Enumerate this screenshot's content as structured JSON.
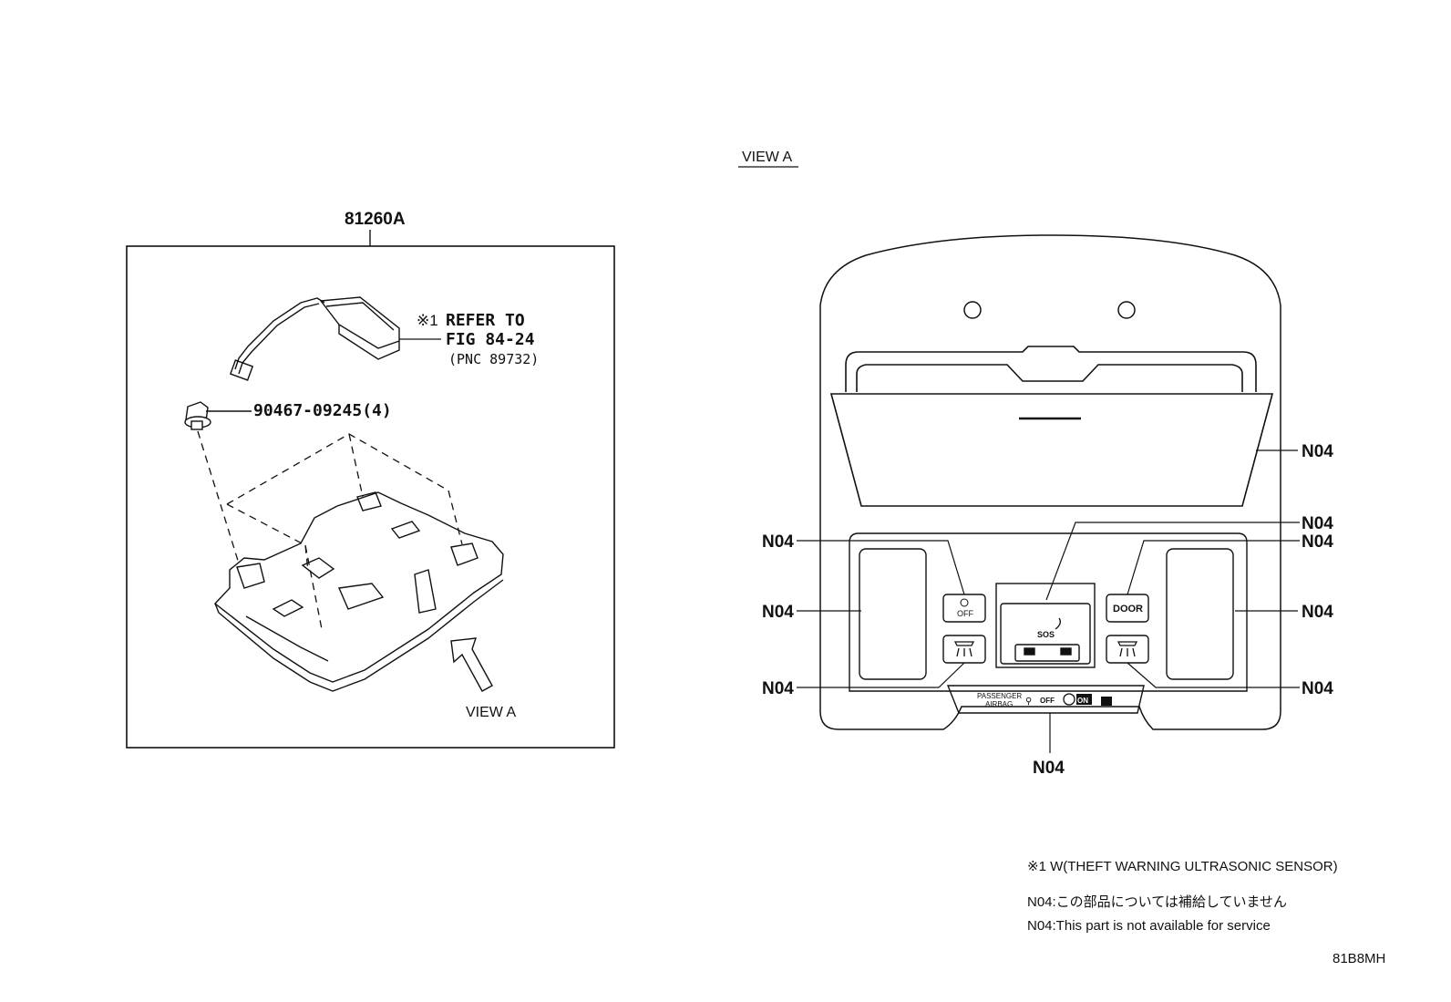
{
  "left_panel": {
    "assembly_code": "81260A",
    "sensor_note_mark": "※1",
    "sensor_note_line1": "REFER TO",
    "sensor_note_line2": "FIG 84-24",
    "sensor_note_line3": "(PNC 89732)",
    "clip_part_number": "90467-09245(4)",
    "view_arrow_label": "VIEW A"
  },
  "right_panel": {
    "view_title": "VIEW A",
    "callouts": [
      "N04",
      "N04",
      "N04",
      "N04",
      "N04",
      "N04",
      "N04",
      "N04",
      "N04"
    ],
    "buttons": {
      "off_button_label": "OFF",
      "door_button_label": "DOOR",
      "sos_label": "SOS"
    },
    "airbag_panel": {
      "passenger_label": "PASSENGER",
      "airbag_label": "AIRBAG",
      "off_label": "OFF",
      "on_label": "ON"
    }
  },
  "notes": {
    "note1": "※1 W(THEFT WARNING ULTRASONIC SENSOR)",
    "note2_jp": "N04:この部品については補給していません",
    "note3_en": "N04:This part is not available for service"
  },
  "diagram_code": "81B8MH"
}
